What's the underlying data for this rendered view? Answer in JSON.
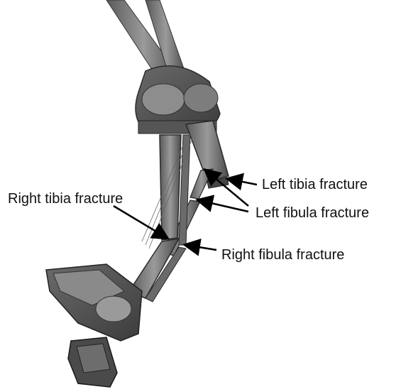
{
  "figure": {
    "labels": {
      "left_tibia_fracture": "Left tibia fracture",
      "left_fibula_fracture": "Left fibula fracture",
      "right_tibia_fracture": "Right tibia fracture",
      "right_fibula_fracture": "Right fibula fracture"
    },
    "colors": {
      "bone_dark": "#3a3a3a",
      "bone_mid": "#7a7a7a",
      "bone_light": "#a8a8a8",
      "arrow": "#000000",
      "background": "#ffffff"
    }
  }
}
